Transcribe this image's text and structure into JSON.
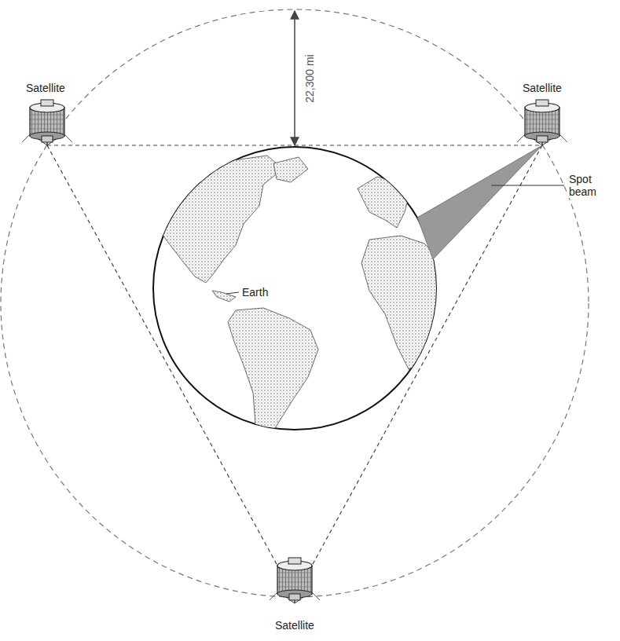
{
  "diagram": {
    "labels": [
      "Satellite",
      "Satellite",
      "22,300 mi",
      "Spot beam",
      "Earth",
      "Satellite"
    ]
  }
}
